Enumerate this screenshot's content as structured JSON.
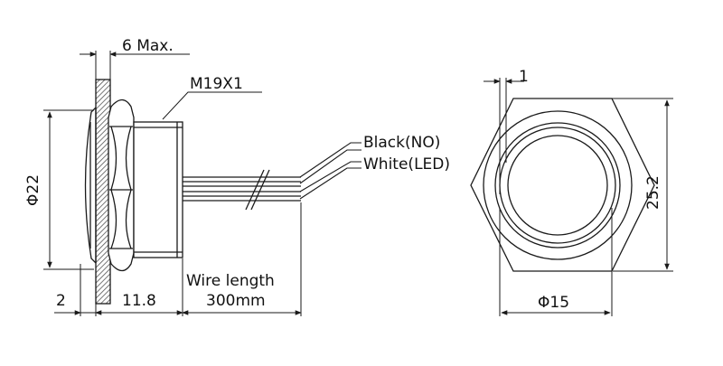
{
  "labels": {
    "max_thickness": "6 Max.",
    "thread": "M19X1",
    "diameter_outer": "Φ22",
    "bezel_thickness": "2",
    "body_length": "11.8",
    "wire_length_1": "Wire length",
    "wire_length_2": "300mm",
    "wire_black": "Black(NO)",
    "wire_white": "White(LED)",
    "front_offset": "1",
    "front_height": "25.2",
    "front_diameter": "Φ15"
  },
  "colors": {
    "line": "#1a1a1a",
    "text": "#111111",
    "hatch": "#555555",
    "background": "#ffffff"
  }
}
